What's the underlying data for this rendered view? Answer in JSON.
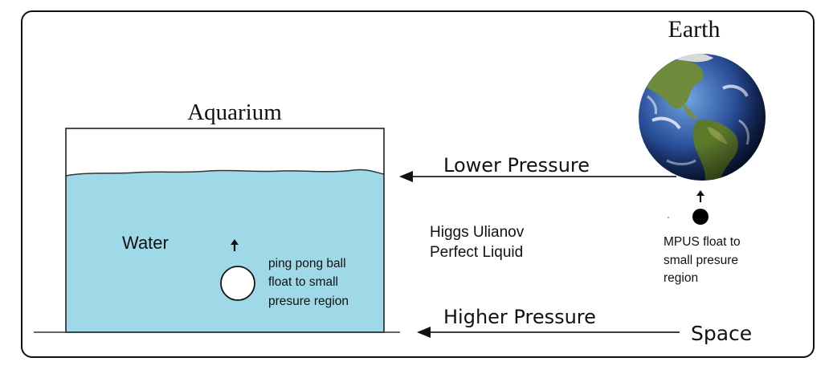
{
  "labels": {
    "earth": "Earth",
    "aquarium": "Aquarium",
    "lower_pressure": "Lower Pressure",
    "higher_pressure": "Higher Pressure",
    "space": "Space",
    "water": "Water",
    "medium_line1": "Higgs Ulianov",
    "medium_line2": "Perfect  Liquid",
    "ball_line1": "ping pong ball",
    "ball_line2": "float to small",
    "ball_line3": "presure region",
    "mpus_line1": "MPUS float to",
    "mpus_line2": "small presure",
    "mpus_line3": "region"
  },
  "colors": {
    "water": "#9fd9e8",
    "line": "#222222",
    "frame": "#111111",
    "ocean_light": "#5a8fd0",
    "ocean_dark": "#0d1f55",
    "land": "#5f7d32"
  },
  "icons": {
    "earth": "earth-globe-icon",
    "ball": "ping-pong-ball-icon",
    "mpus": "mpus-particle-icon",
    "arrow": "arrow-left-icon",
    "float": "arrow-up-icon"
  }
}
